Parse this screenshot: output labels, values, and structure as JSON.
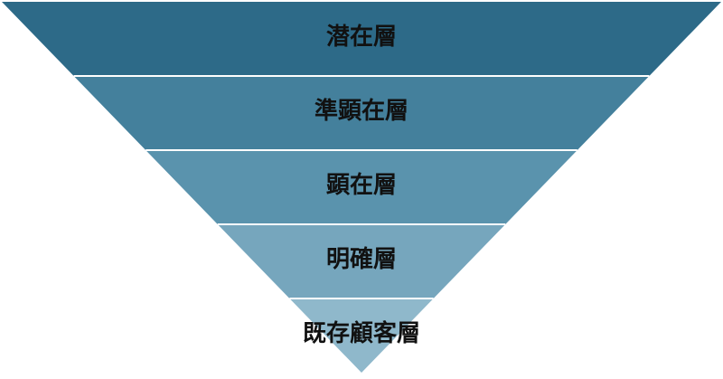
{
  "diagram": {
    "type": "inverted-funnel",
    "tiers": [
      {
        "label": "潜在層",
        "color": "#2d6a88"
      },
      {
        "label": "準顕在層",
        "color": "#44809c"
      },
      {
        "label": "顕在層",
        "color": "#5a93ad"
      },
      {
        "label": "明確層",
        "color": "#76a6bd"
      },
      {
        "label": "既存顧客層",
        "color": "#8fb8cb"
      }
    ],
    "separator_color": "#ffffff"
  }
}
